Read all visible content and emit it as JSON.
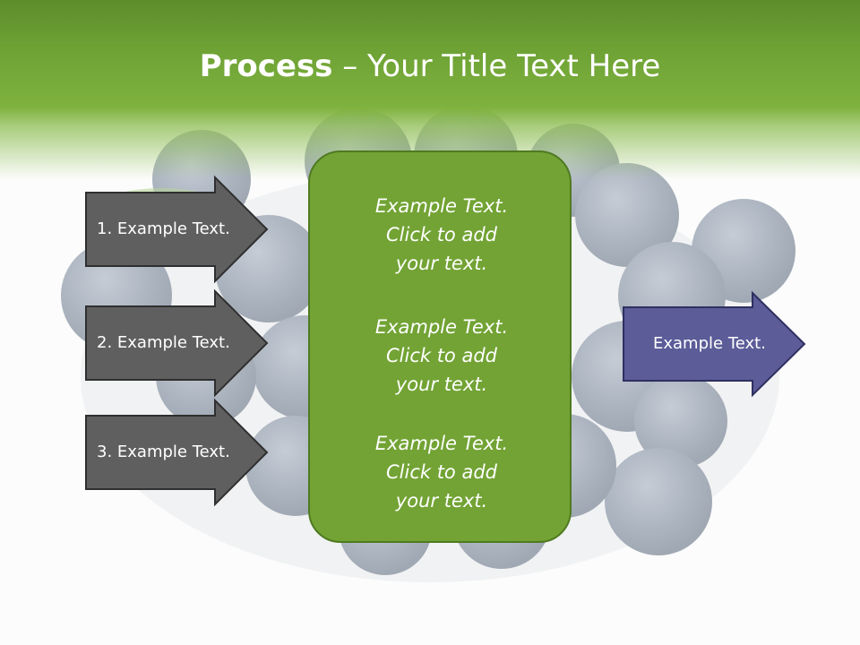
{
  "slide": {
    "title_bold": "Process",
    "title_rest": " – Your Title Text Here",
    "colors": {
      "header_green": "#6ea235",
      "box_green": "#72a334",
      "arrow_gray": "#5f5f5f",
      "arrow_purple": "#5b5c98"
    },
    "input_arrows": [
      {
        "label": "1. Example Text."
      },
      {
        "label": "2. Example Text."
      },
      {
        "label": "3. Example Text."
      }
    ],
    "center_items": [
      {
        "line1": "Example Text.",
        "line2": "Click  to add",
        "line3": "your text."
      },
      {
        "line1": "Example Text.",
        "line2": "Click  to add",
        "line3": "your text."
      },
      {
        "line1": "Example Text.",
        "line2": "Click  to add",
        "line3": "your text."
      }
    ],
    "output_arrow": {
      "label": "Example Text."
    }
  }
}
